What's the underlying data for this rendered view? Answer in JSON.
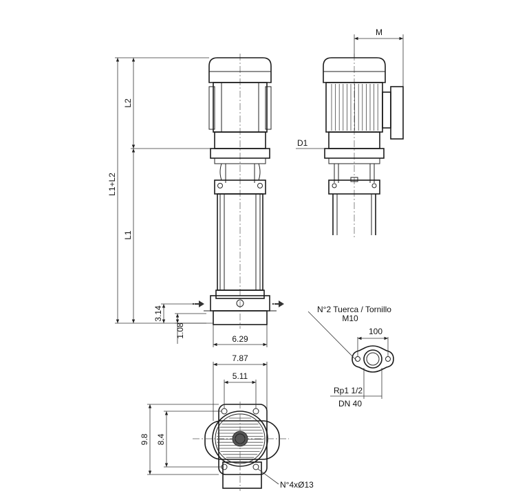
{
  "dimensions": {
    "L2": "L2",
    "L1_L2": "L1+L2",
    "L1": "L1",
    "d314": "3.14",
    "d108": "1.08",
    "d629": "6.29",
    "d787": "7.87",
    "d511": "5.11",
    "d98": "9.8",
    "d84": "8.4",
    "M": "M",
    "D1": "D1",
    "d100": "100"
  },
  "callouts": {
    "bolt_line1": "N°2 Tuerca / Tornillo",
    "bolt_line2": "M10",
    "thread": "Rp1 1/2",
    "dn": "DN 40",
    "holes": "N°4xØ13"
  },
  "icons": {
    "inlet_arrow": "flow-arrow-right-icon",
    "outlet_arrow": "flow-arrow-right-icon"
  }
}
